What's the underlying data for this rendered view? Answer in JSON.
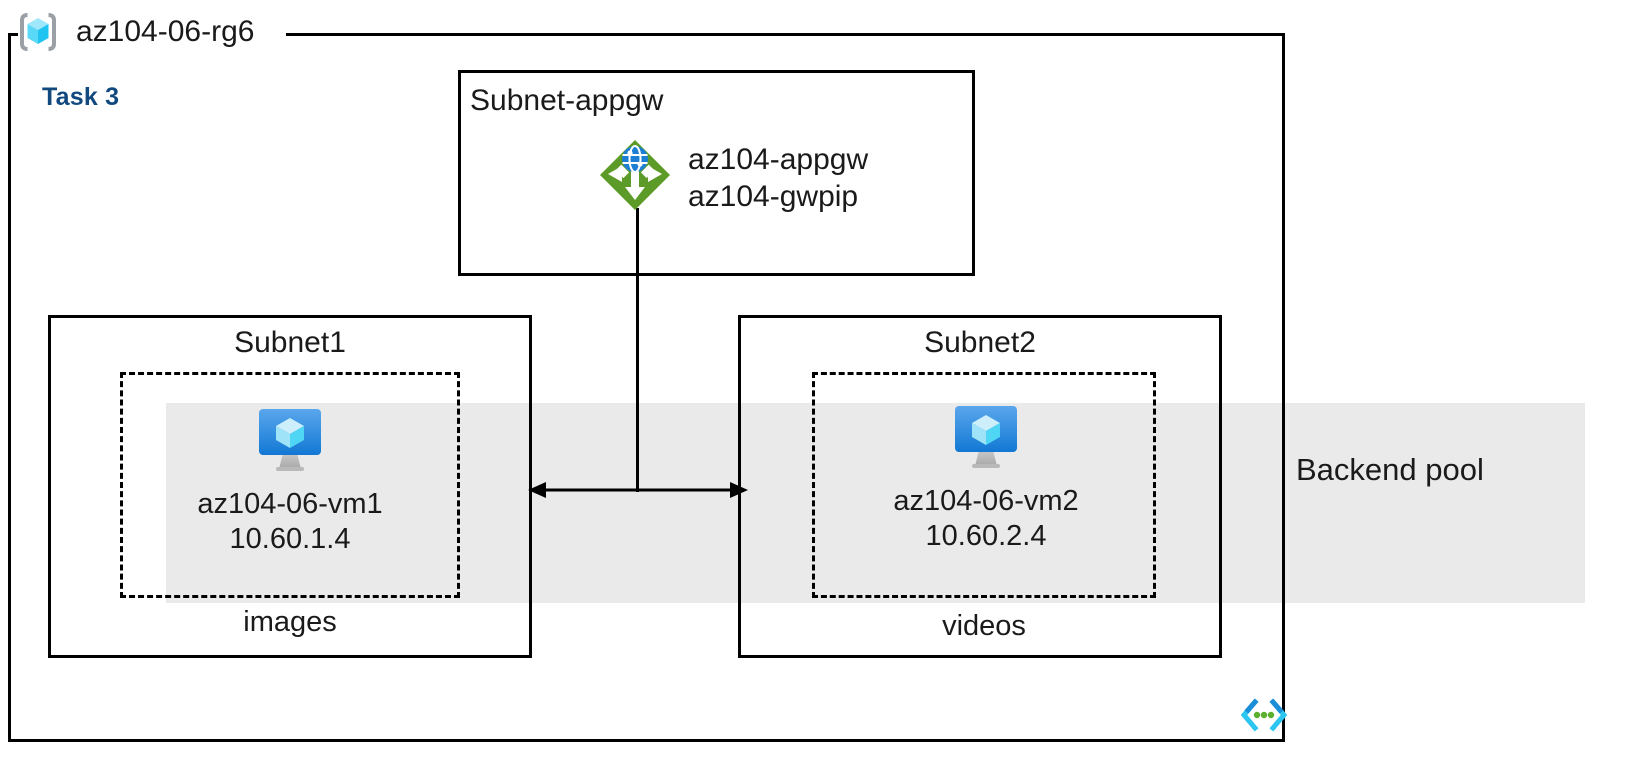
{
  "diagram": {
    "type": "azure-architecture",
    "resource_group": {
      "name": "az104-06-rg6",
      "icon": "resource-group-cube-icon"
    },
    "task_label": "Task 3",
    "accent_colors": {
      "task_text": "#11497f",
      "appgw_green": "#5d9b28",
      "vm_blue": "#2f8fe0",
      "cube_cyan": "#4fd6f5",
      "band_gray": "#eaeaea",
      "border_black": "#000000",
      "code_icon_cyan": "#2ec6f0",
      "code_icon_blue": "#1a8fd8",
      "code_icon_green": "#5bb12f"
    },
    "backend_pool": {
      "label": "Backend pool"
    },
    "subnets": [
      {
        "id": "subnet-appgw",
        "title": "Subnet-appgw",
        "title_align": "left",
        "resources": [
          {
            "icon": "application-gateway-icon",
            "lines": [
              "az104-appgw",
              "az104-gwpip"
            ]
          }
        ]
      },
      {
        "id": "subnet1",
        "title": "Subnet1",
        "title_align": "center",
        "dashed_caption": "images",
        "resources": [
          {
            "icon": "virtual-machine-icon",
            "name": "az104-06-vm1",
            "ip": "10.60.1.4"
          }
        ]
      },
      {
        "id": "subnet2",
        "title": "Subnet2",
        "title_align": "center",
        "dashed_caption": "videos",
        "resources": [
          {
            "icon": "virtual-machine-icon",
            "name": "az104-06-vm2",
            "ip": "10.60.2.4"
          }
        ]
      }
    ],
    "connectors": [
      {
        "id": "appgw-to-backend",
        "style": "solid-vertical",
        "from": "subnet-appgw",
        "to": "backend-arrow"
      },
      {
        "id": "subnet1-subnet2-link",
        "style": "double-headed-arrow",
        "from": "subnet1",
        "to": "subnet2"
      }
    ],
    "footer_icon": "code-brackets-icon"
  }
}
